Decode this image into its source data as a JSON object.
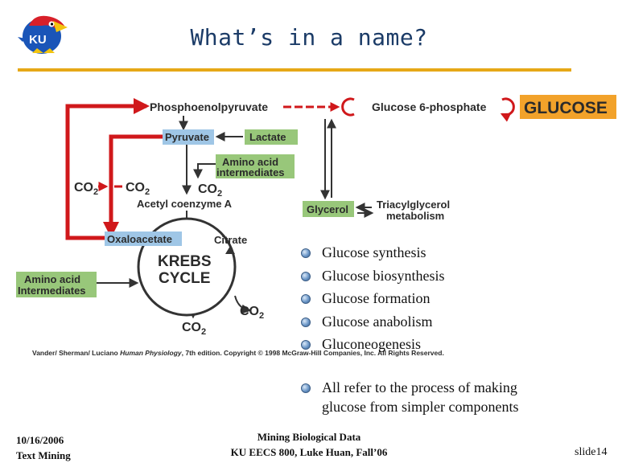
{
  "slide": {
    "title": "What’s in a name?"
  },
  "diagram": {
    "labels": {
      "pep": "Phosphoenolpyruvate",
      "g6p": "Glucose 6-phosphate",
      "glucose": "GLUCOSE",
      "pyruvate": "Pyruvate",
      "lactate": "Lactate",
      "amino_top_1": "Amino acid",
      "amino_top_2": "intermediates",
      "co2_left": "CO",
      "co2_mid": "CO",
      "co2_right": "CO",
      "co2_cycle_right": "CO",
      "co2_cycle_bottom": "CO",
      "sub2": "2",
      "acetyl": "Acetyl coenzyme A",
      "glycerol": "Glycerol",
      "triacyl_1": "Triacylglycerol",
      "triacyl_2": "metabolism",
      "oxaloacetate": "Oxaloacetate",
      "citrate": "Citrate",
      "krebs_1": "KREBS",
      "krebs_2": "CYCLE",
      "amino_left_1": "Amino acid",
      "amino_left_2": "Intermediates",
      "credit_a": "Vander/ Sherman/ Luciano ",
      "credit_b": "Human Physiology",
      "credit_c": ", 7th edition. Copyright © 1998 McGraw-Hill Companies, Inc. All Rights Reserved."
    }
  },
  "bullets": [
    "Glucose synthesis",
    "Glucose biosynthesis",
    "Glucose formation",
    "Glucose anabolism",
    "Gluconeogenesis"
  ],
  "bullet_final": {
    "line1": "All refer to the process of making",
    "line2": "glucose from simpler components"
  },
  "footer": {
    "date": "10/16/2006",
    "course_left": "Text Mining",
    "center_line1": "Mining Biological Data",
    "center_line2": "KU EECS 800, Luke Huan, Fall’06",
    "slide_num": "slide14"
  },
  "colors": {
    "title": "#1b3b67",
    "rule": "#e6a817",
    "pathway_red": "#d0181b",
    "label_blue": "#9fc6e6",
    "label_green": "#98c77a",
    "glucose_orange": "#f2a22a"
  }
}
